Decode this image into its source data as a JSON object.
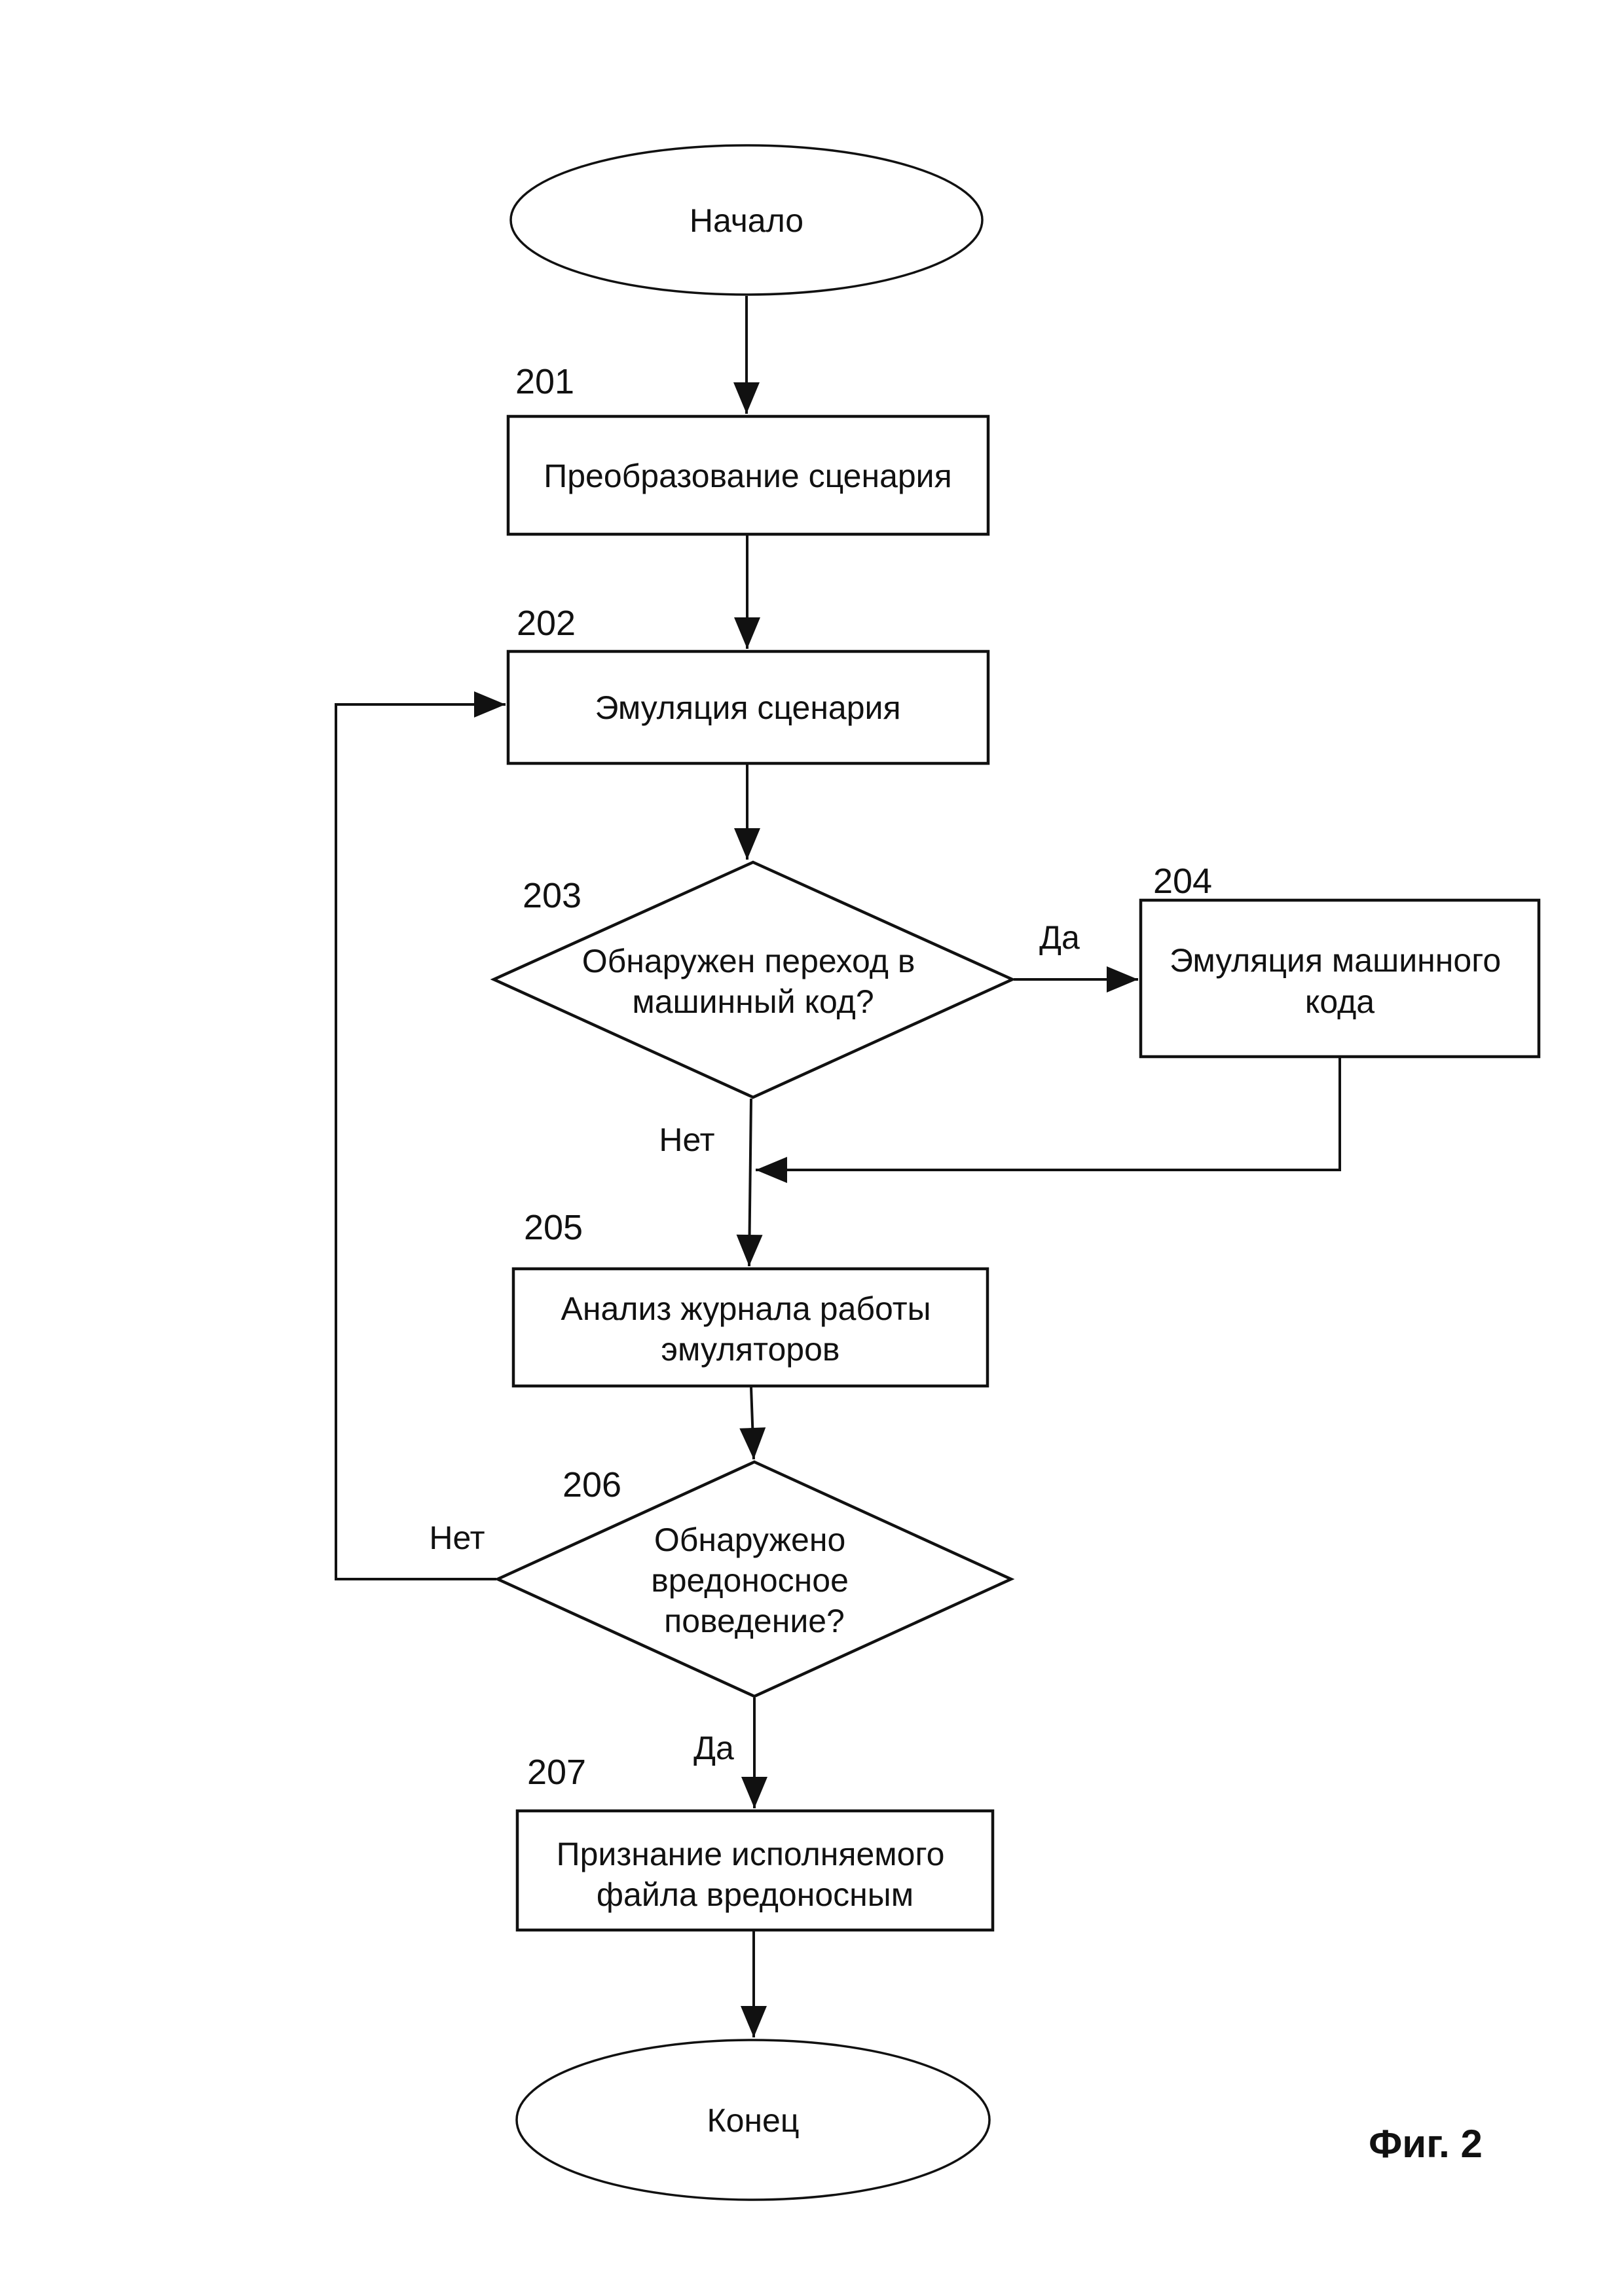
{
  "figure": {
    "caption": "Фиг. 2"
  },
  "terminals": {
    "start": "Начало",
    "end": "Конец"
  },
  "branch_labels": {
    "yes": "Да",
    "no": "Нет"
  },
  "steps": [
    {
      "id": "201",
      "type": "process",
      "lines": [
        "Преобразование сценария"
      ]
    },
    {
      "id": "202",
      "type": "process",
      "lines": [
        "Эмуляция сценария"
      ]
    },
    {
      "id": "203",
      "type": "decision",
      "lines": [
        "Обнаружен переход в",
        "машинный код?"
      ]
    },
    {
      "id": "204",
      "type": "process",
      "lines": [
        "Эмуляция машинного",
        "кода"
      ]
    },
    {
      "id": "205",
      "type": "process",
      "lines": [
        "Анализ журнала работы",
        "эмуляторов"
      ]
    },
    {
      "id": "206",
      "type": "decision",
      "lines": [
        "Обнаружено",
        "вредоносное",
        "поведение?"
      ]
    },
    {
      "id": "207",
      "type": "process",
      "lines": [
        "Признание исполняемого",
        "файла вредоносным"
      ]
    }
  ]
}
